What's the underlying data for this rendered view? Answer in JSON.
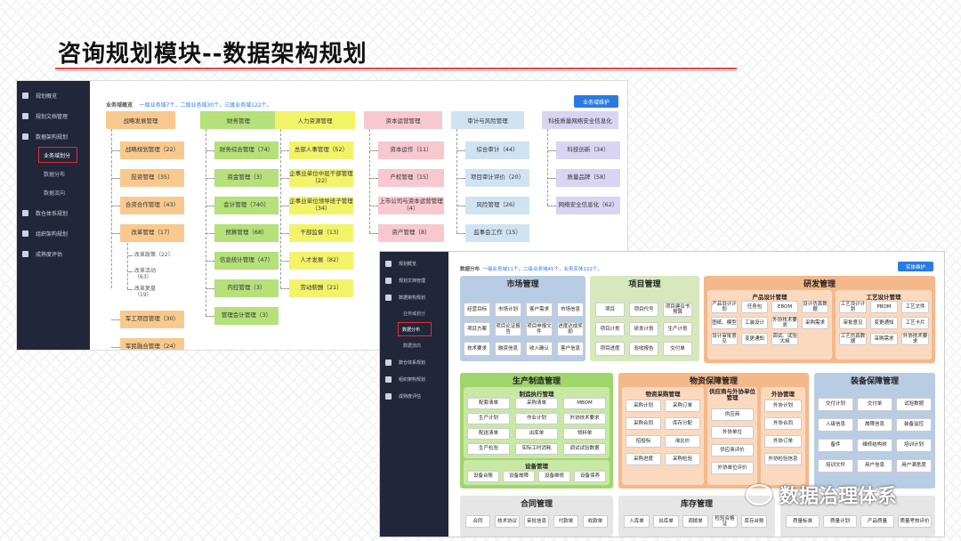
{
  "page_title": "咨询规划模块--数据架构规划",
  "watermark": "数据治理体系",
  "colors": {
    "accent": "#e04a4a",
    "primary": "#2a7ae2",
    "sidebar": "#21263b"
  },
  "sidebar": {
    "items": [
      {
        "label": "规划概览",
        "icon": "home-icon"
      },
      {
        "label": "规划文档管理",
        "icon": "document-icon"
      },
      {
        "label": "数据架构规划",
        "icon": "calendar-icon",
        "expanded": true
      },
      {
        "label": "业务域划分",
        "sub": true,
        "active": true
      },
      {
        "label": "数据分布",
        "sub": true
      },
      {
        "label": "数据流向",
        "sub": true
      },
      {
        "label": "数仓体系规划",
        "icon": "layers-icon"
      },
      {
        "label": "组织架构规划",
        "icon": "org-icon"
      },
      {
        "label": "成熟度评估",
        "icon": "chart-icon"
      }
    ],
    "items2": [
      {
        "label": "规划概览",
        "icon": "home-icon"
      },
      {
        "label": "规划文档管理",
        "icon": "document-icon"
      },
      {
        "label": "数据架构规划",
        "icon": "calendar-icon",
        "expanded": true
      },
      {
        "label": "业务域划分",
        "sub": true
      },
      {
        "label": "数据分布",
        "sub": true,
        "active": true
      },
      {
        "label": "数据流向",
        "sub": true
      },
      {
        "label": "数仓体系规划",
        "icon": "layers-icon"
      },
      {
        "label": "组织架构规划",
        "icon": "org-icon"
      },
      {
        "label": "成熟度评估",
        "icon": "chart-icon"
      }
    ]
  },
  "shot1": {
    "header_label": "业务域概览",
    "header_stats": "一级业务域7个，二级业务域30个，三级业务域122个。",
    "button": "业务域维护",
    "columns": [
      {
        "head": "战略发展管理",
        "color": "#f8c98e",
        "nodes": [
          "战略规划管理（22）",
          "投资管理（35）",
          "合资合作管理（43）",
          "改革管理（17）",
          "军工项目管理（30）",
          "军民融合管理（24）"
        ],
        "leaves": [
          "改革政策（22）",
          "改革活动\n（63）",
          "改革复盘\n（19）"
        ]
      },
      {
        "head": "财务管理",
        "color": "#b5e07a",
        "nodes": [
          "财务综合管理（74）",
          "资金管理（3）",
          "会计管理（740）",
          "预算管理（68）",
          "信息统计管理（47）",
          "内控管理（3）",
          "管理会计管理（3）"
        ]
      },
      {
        "head": "人力资源管理",
        "color": "#f3f36a",
        "nodes": [
          "总部人事管理（52）",
          "企事业单位中层干部管理（22）",
          "企事业单位领导班子管理（34）",
          "干部监督（13）",
          "人才发展（82）",
          "劳动薪酬（21）"
        ]
      },
      {
        "head": "资本运营管理",
        "color": "#f7c8d0",
        "nodes": [
          "资本运作（11）",
          "产权管理（15）",
          "上市公司与资本运营管理（4）",
          "资产管理（8）"
        ]
      },
      {
        "head": "审计与风险管理",
        "color": "#cfe3f3",
        "nodes": [
          "综合审计（44）",
          "项目审计评价（20）",
          "风险管理（26）",
          "监事会工作（15）"
        ]
      },
      {
        "head": "科技质量网络安全信息化",
        "color": "#d8d4f2",
        "nodes": [
          "科技创新（34）",
          "质量品牌（58）",
          "网络安全信息化（62）"
        ]
      }
    ]
  },
  "shot2": {
    "header_label": "数据分布",
    "header_stats": "一级业务域11个，二级业务域45个，业务实体122个。",
    "button": "实体维护",
    "market": {
      "title": "市场管理",
      "cells": [
        "经营目标",
        "市场计划",
        "客户需求",
        "市场信息",
        "项目方案",
        "项目论证报告",
        "项目申报文件",
        "进度达成奖励",
        "技术要求",
        "融资信息",
        "收入确认",
        "客户信息"
      ]
    },
    "project": {
      "title": "项目管理",
      "cells": [
        "项目",
        "项目代号",
        "项目建议书预算",
        "项目计划",
        "研发计划",
        "生产计划",
        "项目进度",
        "验收报告",
        "交付单"
      ]
    },
    "rd": {
      "title": "研发管理",
      "left_title": "产品设计管理",
      "left_cells": [
        "产品设计计划",
        "任务包",
        "EBOM",
        "设计仿真数据",
        "图纸、模型",
        "工装设计",
        "外协技术要求",
        "采购需求",
        "设计审批意见",
        "变更通知",
        "调试、试验大纲"
      ],
      "right_title": "工艺设计管理",
      "right_cells": [
        "工艺设计计划",
        "PBOM",
        "工艺文件",
        "审批意见",
        "变更通知",
        "工艺卡片",
        "工艺仿真数据",
        "采购需求",
        "外协技术要求"
      ]
    },
    "mfg": {
      "title": "生产制造管理",
      "exec_title": "制造执行管理",
      "exec_cells": [
        "配套清单",
        "采购清单",
        "MBOM",
        "生产计划",
        "作业计划",
        "外协技术要求",
        "配送清单",
        "出库单",
        "领料单",
        "生产检验",
        "实际工时消耗",
        "调试试验数据"
      ],
      "equip_title": "设备管理",
      "equip_cells": [
        "设备台账",
        "设备故障",
        "设备维修",
        "设备保养"
      ]
    },
    "supply": {
      "title": "物资保障管理",
      "p_title": "物资采购管理",
      "p_cells": [
        "采购计划",
        "采购订单",
        "采购合同",
        "库存分配",
        "招投标",
        "询比价",
        "采购进度",
        "采购检验"
      ],
      "s_title": "供应商与外协单位管理",
      "s_cells": [
        "供应商",
        "外协单位",
        "供应商评价",
        "外协单位评价"
      ],
      "o_title": "外协管理",
      "o_cells": [
        "外协计划",
        "外协合同",
        "外协订单",
        "外协检验信息"
      ]
    },
    "equipguard": {
      "title": "装备保障管理",
      "cells": [
        "交付计划",
        "交付单",
        "试验数据",
        "入级信息",
        "故障信息",
        "装备监控",
        "备件",
        "维修结构树",
        "培训计划",
        "培训文件",
        "用户信息",
        "用户满意度"
      ]
    },
    "contract": {
      "title": "合同管理",
      "cells": [
        "合同",
        "技术协议",
        "审批信息",
        "付款单",
        "收款单"
      ]
    },
    "inventory": {
      "title": "库存管理",
      "cells": [
        "入库单",
        "出库单",
        "调拨单",
        "检验合格证",
        "库存台账"
      ]
    },
    "quality": {
      "cells": [
        "质量标准",
        "质量计划",
        "产品质量",
        "质量考核评价"
      ]
    }
  }
}
